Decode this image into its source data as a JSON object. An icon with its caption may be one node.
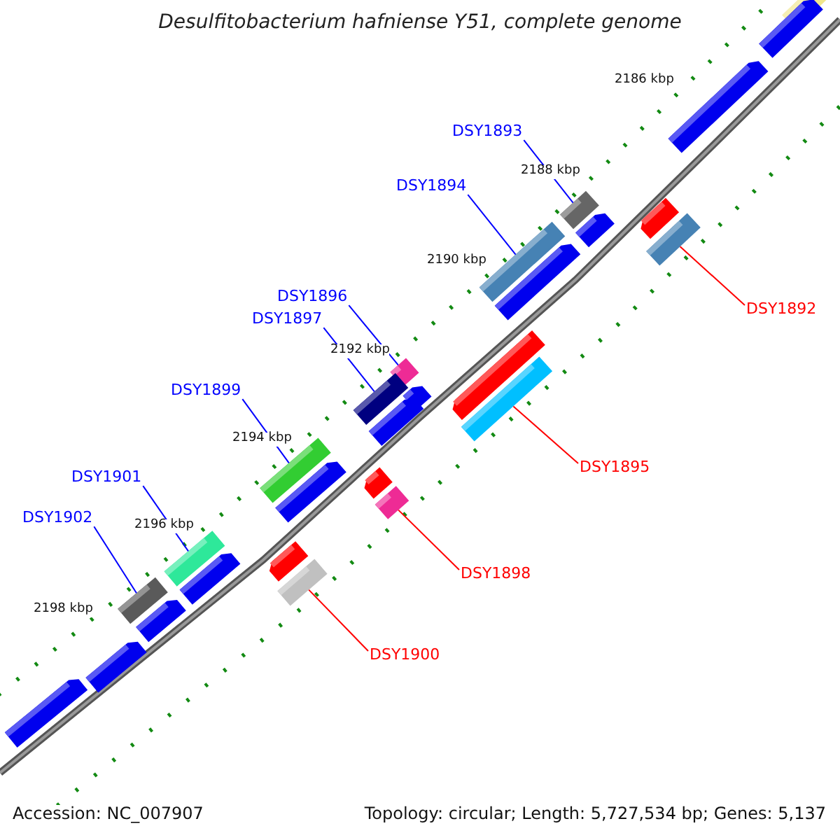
{
  "diagram": {
    "title": "Desulfitobacterium hafniense Y51, complete genome",
    "nodes": [
      {
        "text": [
          "DSY1893"
        ]
      },
      {
        "text": [
          "DSY1894"
        ]
      },
      {
        "text": [
          "DSY1896"
        ]
      },
      {
        "text": [
          "DSY1897"
        ]
      },
      {
        "text": [
          "DSY1899"
        ]
      },
      {
        "text": [
          "DSY1901"
        ]
      },
      {
        "text": [
          "DSY1902"
        ]
      },
      {
        "text": [
          "DSY1892"
        ]
      },
      {
        "text": [
          "DSY1895"
        ]
      },
      {
        "text": [
          "DSY1898"
        ]
      },
      {
        "text": [
          "DSY1900"
        ]
      },
      {
        "text": [],
        "shape": "bar"
      },
      {
        "text": [],
        "shape": "bar"
      },
      {
        "text": [],
        "shape": "bar"
      },
      {
        "text": [],
        "shape": "bar"
      },
      {
        "text": [],
        "shape": "bar"
      },
      {
        "text": [],
        "shape": "bar"
      },
      {
        "text": [],
        "shape": "bar"
      },
      {
        "text": [],
        "shape": "bar"
      },
      {
        "text": [],
        "shape": "bar"
      },
      {
        "text": [],
        "shape": "bar"
      },
      {
        "text": [],
        "shape": "bar"
      }
    ],
    "edges": [
      {
        "from": 0,
        "to": 11,
        "arrow": "none"
      },
      {
        "from": 1,
        "to": 12,
        "arrow": "none"
      },
      {
        "from": 2,
        "to": 13,
        "arrow": "none"
      },
      {
        "from": 3,
        "to": 14,
        "arrow": "none"
      },
      {
        "from": 4,
        "to": 15,
        "arrow": "none"
      },
      {
        "from": 5,
        "to": 16,
        "arrow": "none"
      },
      {
        "from": 6,
        "to": 17,
        "arrow": "none"
      },
      {
        "from": 7,
        "to": 18,
        "arrow": "none",
        "color": "#ff0000"
      },
      {
        "from": 8,
        "to": 19,
        "arrow": "none",
        "color": "#ff0000"
      },
      {
        "from": 9,
        "to": 20,
        "arrow": "none",
        "color": "#ff0000"
      },
      {
        "from": 10,
        "to": 21,
        "arrow": "none",
        "color": "#ff0000"
      }
    ],
    "labels": [
      "2186 kbp",
      "2188 kbp",
      "2190 kbp",
      "2192 kbp",
      "2194 kbp",
      "2196 kbp",
      "2198 kbp",
      "Accession: NC_007907",
      "Topology: circular; Length: 5,727,534 bp; Genes: 5,137"
    ]
  }
}
